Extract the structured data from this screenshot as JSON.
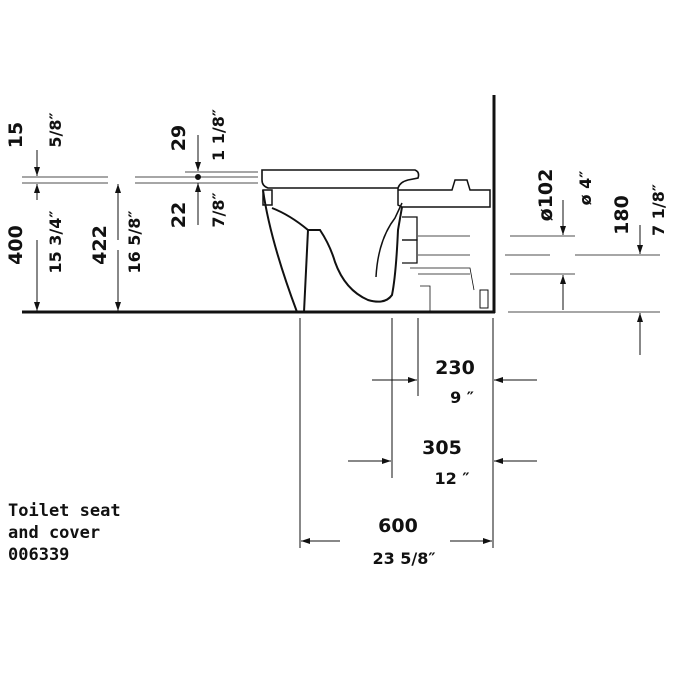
{
  "note": {
    "line1": "Toilet seat",
    "line2": "and cover",
    "line3": "006339"
  },
  "dimensions": {
    "seat_thickness_mm": "15",
    "seat_thickness_in": "5/8″",
    "height_mm": "400",
    "height_in": "15 3/4″",
    "seat_height_mm": "422",
    "seat_height_in": "16 5/8″",
    "lid_mm": "29",
    "lid_in": "1 1/8″",
    "seat_mm": "22",
    "seat_in": "7/8″",
    "outlet_diameter_mm": "ø102",
    "outlet_diameter_in": "ø 4″",
    "outlet_height_mm": "180",
    "outlet_height_in": "7 1/8″",
    "d230_mm": "230",
    "d230_in": "9 ″",
    "d305_mm": "305",
    "d305_in": "12 ″",
    "depth_mm": "600",
    "depth_in": "23 5/8″"
  }
}
